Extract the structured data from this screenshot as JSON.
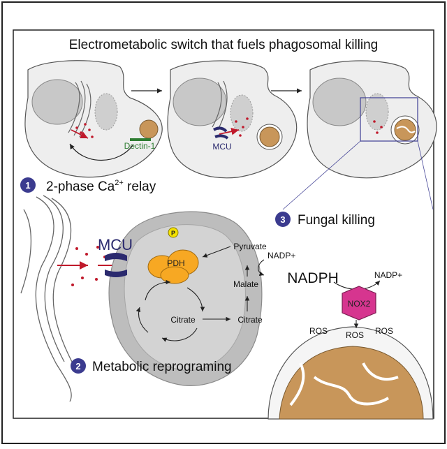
{
  "title": "Electrometabolic switch that fuels phagosomal killing",
  "top_labels": {
    "dectin": "Dectin-1",
    "mcu_small": "MCU"
  },
  "steps": [
    {
      "number": "1",
      "label": "2-phase Ca",
      "sup": "2+",
      "label_after": " relay"
    },
    {
      "number": "2",
      "label": "Metabolic reprograming"
    },
    {
      "number": "3",
      "label": "Fungal killing"
    }
  ],
  "labels": {
    "mcu": "MCU",
    "pdh": "PDH",
    "phospho": "P",
    "pyruvate": "Pyruvate",
    "malate": "Malate",
    "citrate_inner": "Citrate",
    "citrate_outer": "Citrate",
    "nadp_left": "NADP+",
    "nadph": "NADPH",
    "nadp_right": "NADP+",
    "nox2": "NOX2",
    "ros_left": "ROS",
    "ros_mid": "ROS",
    "ros_right": "ROS"
  },
  "colors": {
    "cell": "#eeeeee",
    "nucleus": "#c8c8c8",
    "mitochondrion": "#bdbdbd",
    "fungus": "#c8965a",
    "mcu": "#2b2a6e",
    "calcium": "#c0192b",
    "pdh": "#f7a823",
    "phospho": "#f4e200",
    "nox2": "#d6358f",
    "badge": "#3b3b8f",
    "dectin": "#2e7d32",
    "frame": "#4a4a9a"
  }
}
